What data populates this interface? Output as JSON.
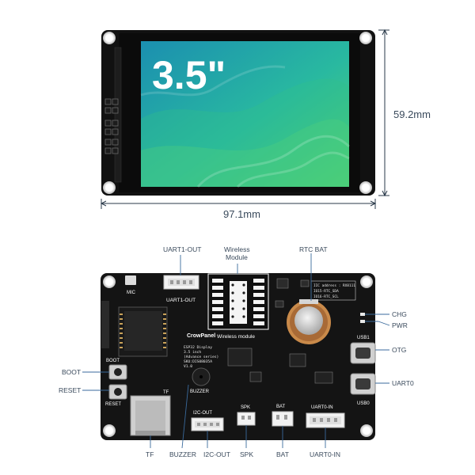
{
  "top": {
    "screen_size_label": "3.5\"",
    "height_dimension": "59.2mm",
    "width_dimension": "97.1mm"
  },
  "bottom": {
    "callouts": {
      "uart1_out": "UART1-OUT",
      "wireless_module": [
        "Wireless",
        "Module"
      ],
      "rtc_bat": "RTC BAT",
      "chg": "CHG",
      "pwr": "PWR",
      "otg": "OTG",
      "uart0": "UART0",
      "boot": "BOOT",
      "reset": "RESET",
      "tf": "TF",
      "buzzer": "BUZZER",
      "i2c_out": "I2C-OUT",
      "spk": "SPK",
      "bat": "BAT",
      "uart0_in": "UART0-IN"
    },
    "silkscreen": {
      "mic": "MIC",
      "uart1_out": "UART1-OUT",
      "wireless_module": "Wireless module",
      "brand": "CrowPanel",
      "info_lines": [
        "ESP32 Display",
        "3.5 inch",
        "(Advance series)",
        "SKU:DIS08035A",
        "V1.0"
      ],
      "i2c_info": [
        "IIC address : RX8111",
        "IO15-RTC_SDA",
        "IO16-RTC_SCL"
      ],
      "usb1": "USB1",
      "usb0": "USB0",
      "boot": "BOOT",
      "reset": "RESET",
      "tf": "TF",
      "buzzer": "BUZZER",
      "i2c_out": "I2C-OUT",
      "spk": "SPK",
      "bat": "BAT",
      "uart0_in": "UART0-IN"
    }
  },
  "colors": {
    "board": "#141414",
    "bezel": "#0d0d0d",
    "screen_a": "#1a8fa0",
    "screen_b": "#3fc97e",
    "dimension_line": "#2a3a4a",
    "callout_line": "#3a6a9c",
    "connector": "#f2f2f2",
    "copper": "#c98a4a"
  }
}
